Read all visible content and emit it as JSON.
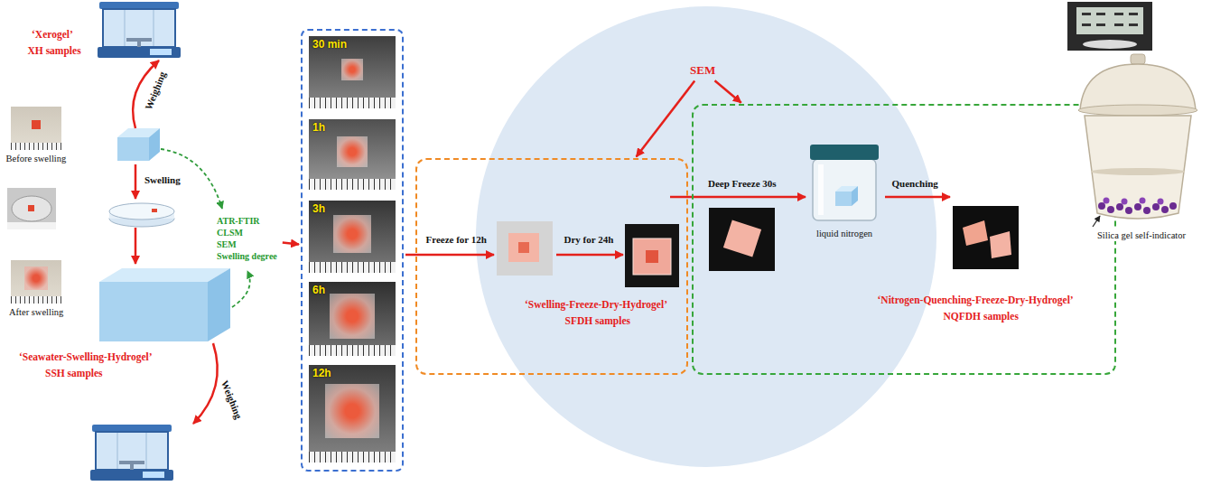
{
  "diagram": {
    "nodes": [
      {
        "text": [
          "Before swelling"
        ]
      },
      {
        "text": [
          "After swelling"
        ]
      },
      {
        "text": [
          "ATR-FTIR",
          "CLSM",
          "SEM",
          "Swelling degree"
        ]
      },
      {
        "text": []
      },
      {
        "text": [
          "30 min"
        ],
        "in": 3
      },
      {
        "text": [
          "1h"
        ],
        "in": 3
      },
      {
        "text": [
          "3h"
        ],
        "in": 3
      },
      {
        "text": [
          "6h"
        ],
        "in": 3
      },
      {
        "text": [
          "12h"
        ],
        "in": 3
      },
      {
        "text": [
          "SEM"
        ]
      },
      {
        "text": [
          "‘Swelling-Freeze-Dry-Hydrogel’",
          "SFDH samples"
        ]
      },
      {
        "text": [
          "‘Nitrogen-Quenching-Freeze-Dry-Hydrogel’",
          "NQFDH samples"
        ]
      }
    ],
    "edges": [
      {
        "from": 2,
        "to": 3,
        "arrow": "to"
      },
      {
        "from": 9,
        "to": 10,
        "arrow": "to"
      },
      {
        "from": 9,
        "to": 11,
        "arrow": "to"
      }
    ],
    "labels": [
      "‘Xerogel’",
      "XH samples",
      "Weighing",
      "Swelling",
      "‘Seawater-Swelling-Hydrogel’",
      "SSH samples",
      "Weighing",
      "Freeze for 12h",
      "Dry for 24h",
      "Deep Freeze 30s",
      "liquid nitrogen",
      "Quenching",
      "Silica gel self-indicator"
    ]
  }
}
